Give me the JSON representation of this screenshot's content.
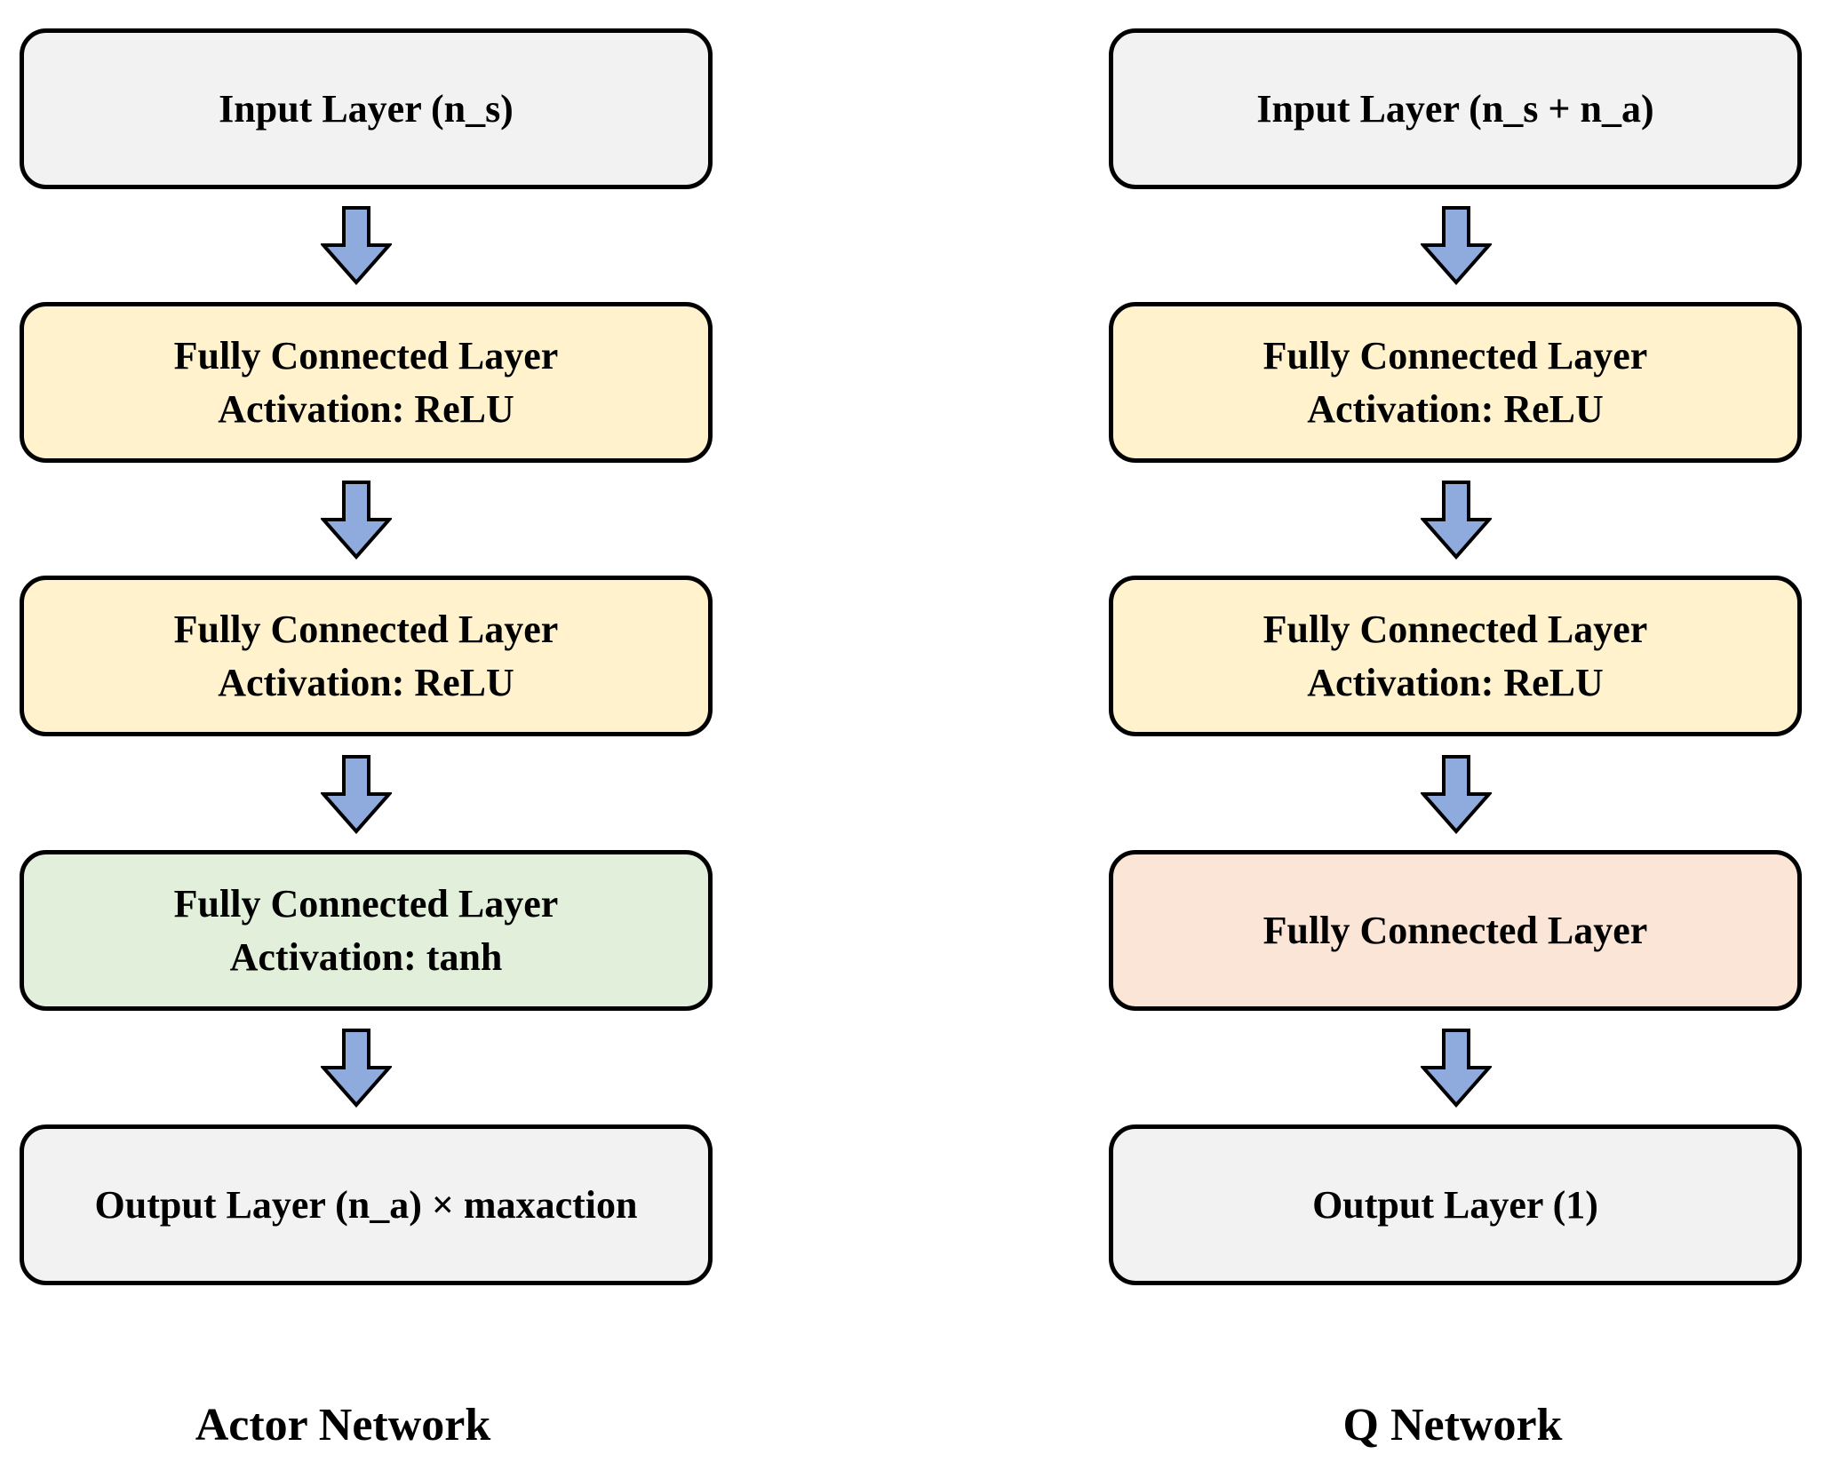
{
  "actor": {
    "input": "Input Layer  (n_s)",
    "fc1": {
      "name": "Fully Connected Layer",
      "activation": "Activation: ReLU"
    },
    "fc2": {
      "name": "Fully Connected Layer",
      "activation": "Activation: ReLU"
    },
    "fc3": {
      "name": "Fully Connected Layer",
      "activation": "Activation: tanh"
    },
    "output": "Output Layer  (n_a) × maxaction",
    "caption": "Actor Network"
  },
  "critic": {
    "input": "Input Layer  (n_s + n_a)",
    "fc1": {
      "name": "Fully Connected Layer",
      "activation": "Activation: ReLU"
    },
    "fc2": {
      "name": "Fully Connected Layer",
      "activation": "Activation: ReLU"
    },
    "fc3": {
      "name": "Fully Connected Layer"
    },
    "output": "Output Layer  (1)",
    "caption": "Q Network"
  },
  "colors": {
    "io_fill": "#f2f2f2",
    "relu_fill": "#fff2cc",
    "tanh_fill": "#e2efda",
    "q_output_fc_fill": "#fbe5d6",
    "arrow_fill": "#8faadc",
    "border": "#000000"
  },
  "icons": {
    "connector": "down-arrow-icon"
  }
}
